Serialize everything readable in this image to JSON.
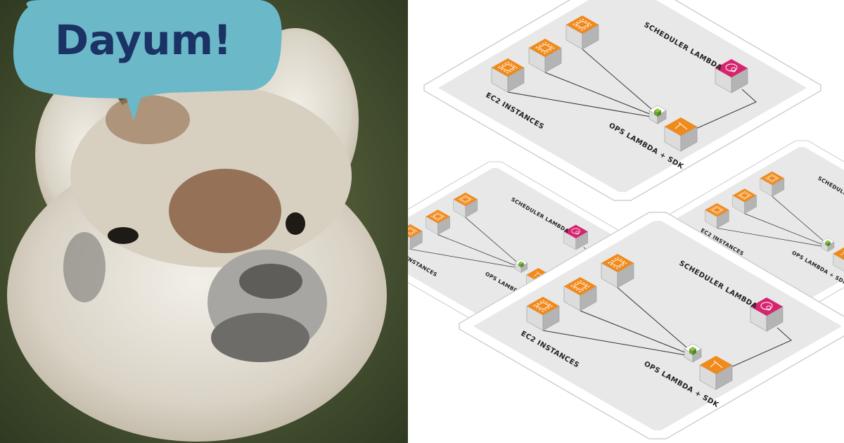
{
  "speech_bubble": {
    "text": "Dayum!",
    "color": "#6bb8c8",
    "text_color": "#1b3264"
  },
  "diagram": {
    "labels": {
      "ec2": "EC2 INSTANCES",
      "scheduler": "SCHEDULER LAMBDA",
      "ops": "OPS LAMBDA + SDK"
    },
    "icons": [
      "ec2-instance-icon",
      "ec2-instance-icon",
      "ec2-instance-icon",
      "eventbridge-scheduler-icon",
      "lambda-icon",
      "sdk-package-icon"
    ],
    "colors": {
      "ec2": "#f08a1c",
      "scheduler": "#d6246e",
      "sdk": "#7ac143",
      "platform": "#e8e8e8"
    }
  }
}
